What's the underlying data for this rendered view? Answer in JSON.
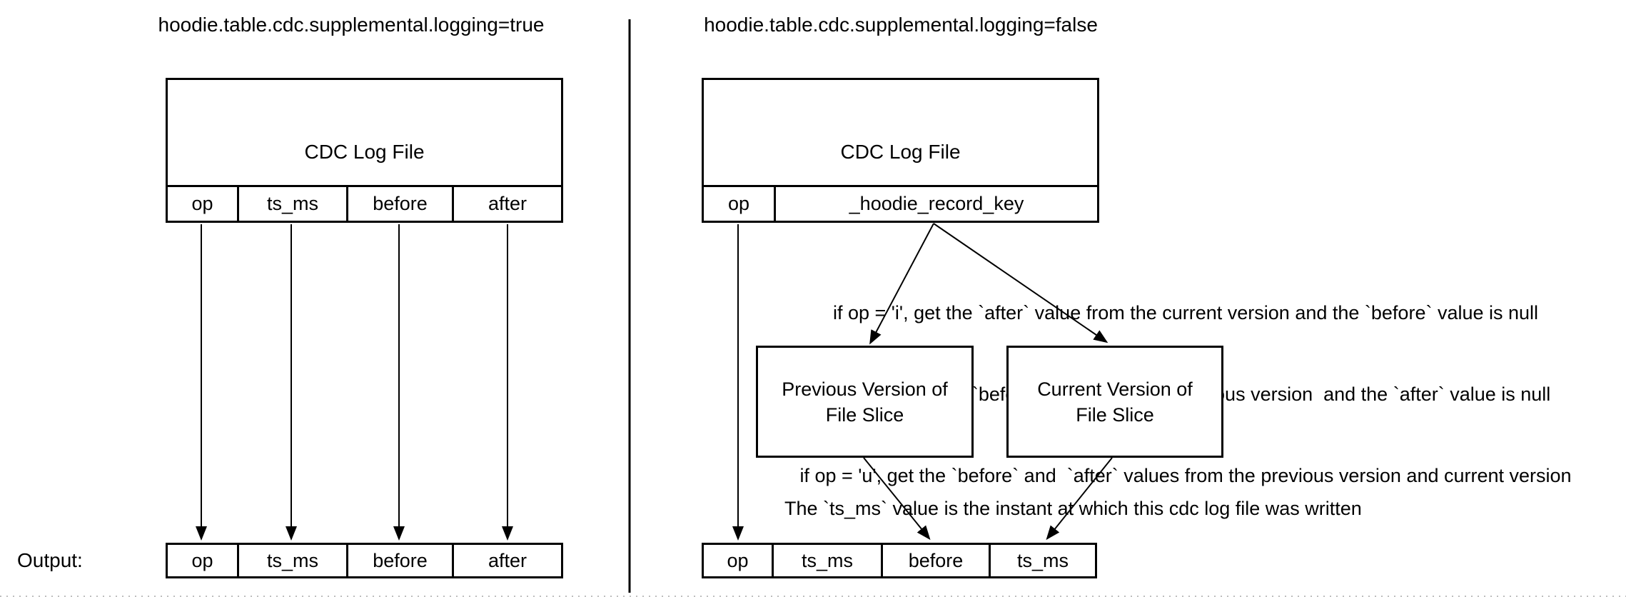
{
  "colors": {
    "line": "#000000",
    "text": "#000000",
    "background": "#ffffff",
    "page_edge_dots": "#aaaaaa"
  },
  "left_panel": {
    "title": "hoodie.table.cdc.supplemental.logging=true",
    "cdc_log_file": {
      "label": "CDC Log File",
      "columns": [
        "op",
        "ts_ms",
        "before",
        "after"
      ]
    },
    "output_label": "Output:",
    "output_columns": [
      "op",
      "ts_ms",
      "before",
      "after"
    ]
  },
  "right_panel": {
    "title": "hoodie.table.cdc.supplemental.logging=false",
    "cdc_log_file": {
      "label": "CDC Log File",
      "columns": [
        "op",
        "_hoodie_record_key"
      ]
    },
    "op_rules": [
      "if op = 'i', get the `after` value from the current version and the `before` value is null",
      "if op = 'd', get the `before` value from the previous version  and the `after` value is null",
      "if op = 'u', get the `before` and  `after` values from the previous version and current version"
    ],
    "previous_version_box": {
      "line1": "Previous Version of",
      "line2": "File Slice"
    },
    "current_version_box": {
      "line1": "Current Version of",
      "line2": "File Slice"
    },
    "ts_ms_note": "The `ts_ms` value is the instant at which this cdc log file was written",
    "output_columns": [
      "op",
      "ts_ms",
      "before",
      "ts_ms"
    ]
  }
}
